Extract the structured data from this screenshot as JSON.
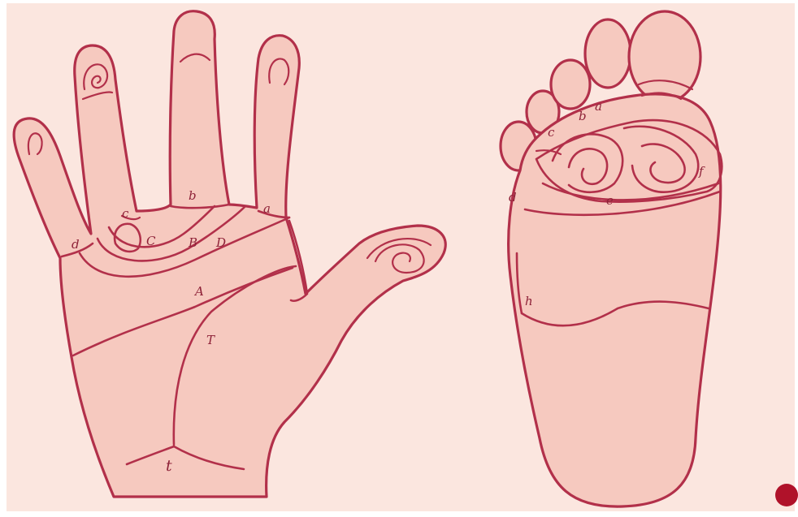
{
  "colors": {
    "paper": "#fbe6df",
    "skin": "#f6c9bf",
    "ink": "#b2304a",
    "label": "#8e2238",
    "dot": "#b0122a"
  },
  "hand": {
    "labels": {
      "a": "a",
      "b": "b",
      "c": "c",
      "d": "d",
      "upper_c": "C",
      "upper_b": "B",
      "upper_d": "D",
      "upper_a": "A",
      "upper_t": "T",
      "lower_t": "t"
    }
  },
  "foot": {
    "labels": {
      "a": "a",
      "b": "b",
      "c": "c",
      "d": "d",
      "e": "e",
      "f": "f",
      "h": "h"
    }
  }
}
